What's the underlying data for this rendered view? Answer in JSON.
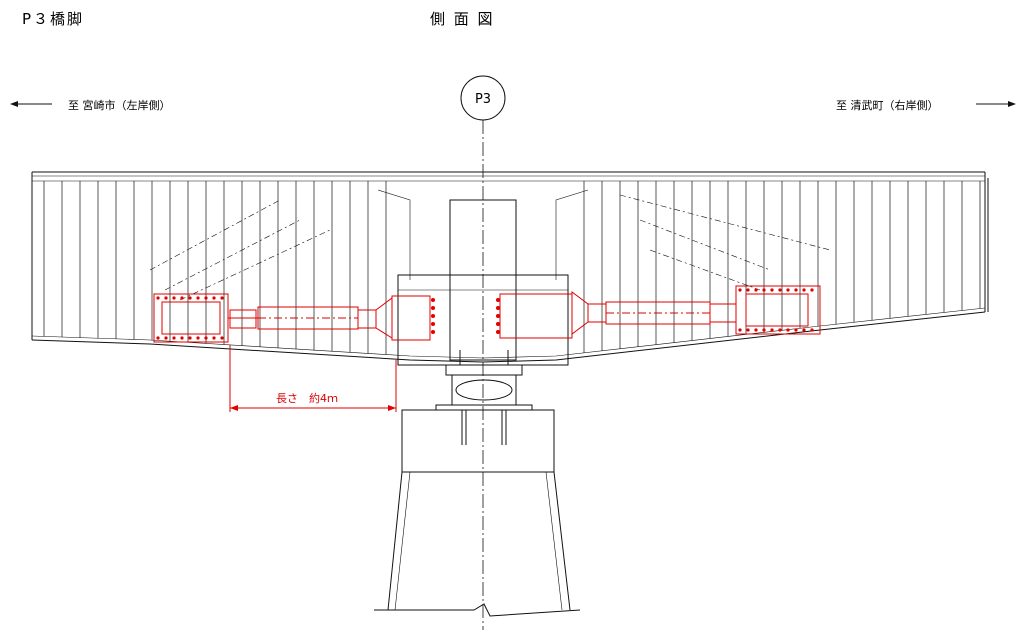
{
  "header": {
    "pier_title": "P３橋脚",
    "view_title": "側 面 図"
  },
  "directions": {
    "left": "至 宮崎市（左岸側）",
    "right": "至 清武町（右岸側）"
  },
  "pier_mark": "P3",
  "dimension": {
    "label": "長さ　約4ｍ"
  },
  "colors": {
    "line": "#111111",
    "highlight": "#e00000"
  }
}
